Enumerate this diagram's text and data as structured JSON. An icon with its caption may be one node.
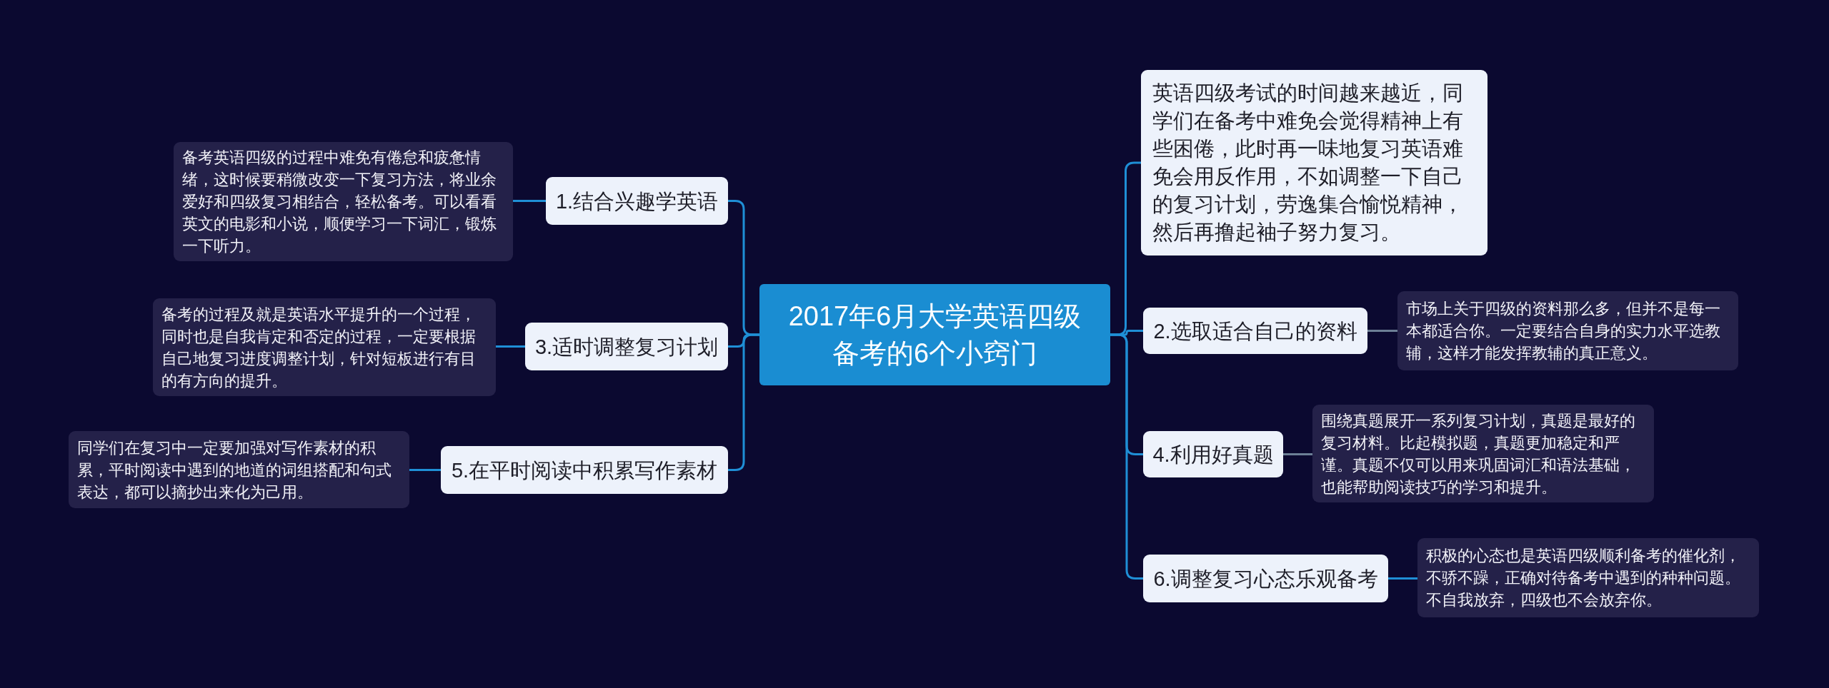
{
  "diagram": {
    "nodes": [
      {
        "text": [
          "2017年6月大学英语四级备考的6个小窍门"
        ]
      },
      {
        "text": [
          "1.结合兴趣学英语"
        ]
      },
      {
        "text": [
          "备考英语四级的过程中难免有倦怠和疲惫情绪，这时候要稍微改变一下复习方法，将业余爱好和四级复习相结合，轻松备考。可以看看英文的电影和小说，顺便学习一下词汇，锻炼一下听力。"
        ]
      },
      {
        "text": [
          "3.适时调整复习计划"
        ]
      },
      {
        "text": [
          "备考的过程及就是英语水平提升的一个过程，同时也是自我肯定和否定的过程，一定要根据自己地复习进度调整计划，针对短板进行有目的有方向的提升。"
        ]
      },
      {
        "text": [
          "5.在平时阅读中积累写作素材"
        ]
      },
      {
        "text": [
          "同学们在复习中一定要加强对写作素材的积累，平时阅读中遇到的地道的词组搭配和句式表达，都可以摘抄出来化为己用。"
        ]
      },
      {
        "text": [
          "英语四级考试的时间越来越近，同学们在备考中难免会觉得精神上有些困倦，此时再一味地复习英语难免会用反作用，不如调整一下自己的复习计划，劳逸集合愉悦精神，然后再撸起袖子努力复习。"
        ]
      },
      {
        "text": [
          "2.选取适合自己的资料"
        ]
      },
      {
        "text": [
          "市场上关于四级的资料那么多，但并不是每一本都适合你。一定要结合自身的实力水平选教辅，这样才能发挥教辅的真正意义。"
        ]
      },
      {
        "text": [
          "4.利用好真题"
        ]
      },
      {
        "text": [
          "围绕真题展开一系列复习计划，真题是最好的复习材料。比起模拟题，真题更加稳定和严谨。真题不仅可以用来巩固词汇和语法基础，也能帮助阅读技巧的学习和提升。"
        ]
      },
      {
        "text": [
          "6.调整复习心态乐观备考"
        ]
      },
      {
        "text": [
          "积极的心态也是英语四级顺利备考的催化剂，不骄不躁，正确对待备考中遇到的种种问题。不自我放弃，四级也不会放弃你。"
        ]
      }
    ],
    "edges": [
      {
        "from": 0,
        "to": 1,
        "arrow": "none"
      },
      {
        "from": 1,
        "to": 2,
        "arrow": "none"
      },
      {
        "from": 0,
        "to": 3,
        "arrow": "none"
      },
      {
        "from": 3,
        "to": 4,
        "arrow": "none"
      },
      {
        "from": 0,
        "to": 5,
        "arrow": "none"
      },
      {
        "from": 5,
        "to": 6,
        "arrow": "none"
      },
      {
        "from": 0,
        "to": 7,
        "arrow": "none"
      },
      {
        "from": 0,
        "to": 8,
        "arrow": "none"
      },
      {
        "from": 8,
        "to": 9,
        "arrow": "none",
        "color": "#6c7f96"
      },
      {
        "from": 0,
        "to": 10,
        "arrow": "none"
      },
      {
        "from": 10,
        "to": 11,
        "arrow": "none",
        "color": "#6c7f96"
      },
      {
        "from": 0,
        "to": 12,
        "arrow": "none"
      },
      {
        "from": 12,
        "to": 13,
        "arrow": "none"
      }
    ]
  }
}
